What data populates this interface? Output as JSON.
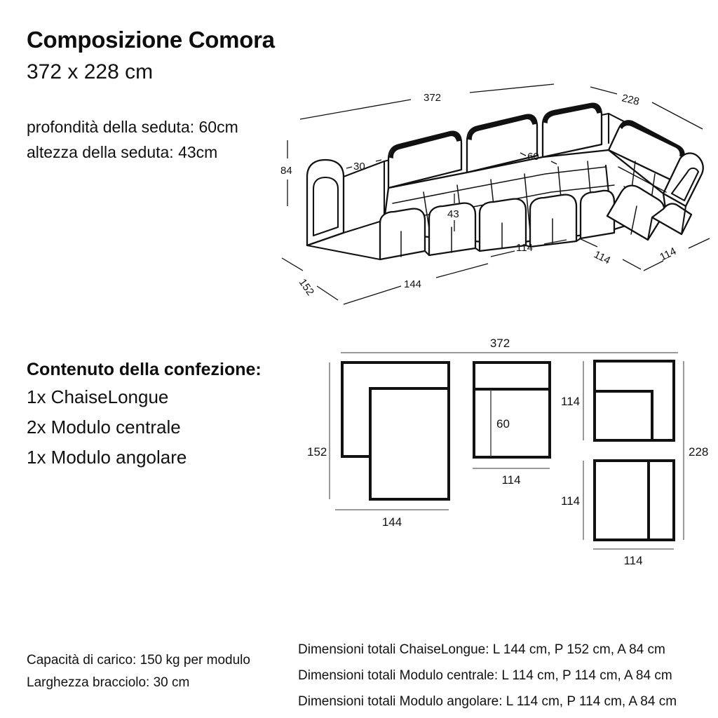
{
  "header": {
    "title": "Composizione Comora",
    "subtitle": "372 x 228 cm",
    "spec_depth": "profondità della seduta: 60cm",
    "spec_height": "altezza della seduta: 43cm"
  },
  "contents": {
    "title": "Contenuto della confezione:",
    "items": [
      "1x ChaiseLongue",
      "2x Modulo centrale",
      "1x Modulo angolare"
    ]
  },
  "footer": {
    "left": [
      "Capacità di carico: 150 kg per modulo",
      "Larghezza bracciolo: 30 cm"
    ],
    "right": [
      "Dimensioni totali ChaiseLongue: L 144 cm, P 152 cm, A 84 cm",
      "Dimensioni totali Modulo centrale: L 114 cm, P 114 cm, A 84 cm",
      "Dimensioni totali Modulo angolare: L 114 cm, P 114 cm, A 84 cm"
    ]
  },
  "perspective": {
    "label": "sofa-perspective-drawing",
    "dims": {
      "overall_width": "372",
      "overall_depth": "228",
      "total_height": "84",
      "arm_width": "30",
      "seat_depth": "60",
      "seat_height": "43",
      "chaise_depth": "152",
      "chaise_width": "144",
      "module_a": "114",
      "module_b": "114",
      "module_c": "114"
    }
  },
  "plans": {
    "label": "module-plan-views",
    "overall_width": "372",
    "overall_depth": "228",
    "chaise": {
      "name": "chaise-longue-plan",
      "width": "144",
      "depth": "152"
    },
    "central_top": {
      "name": "central-module-plan",
      "width": "114",
      "seat_depth": "60"
    },
    "corner": {
      "name": "corner-module-plan",
      "depth": "114"
    },
    "central_bottom": {
      "name": "central-module-plan-2",
      "width": "114",
      "depth": "114"
    }
  },
  "colors": {
    "ink": "#111111",
    "dim_gray": "#9a9a9a",
    "paper": "#ffffff"
  }
}
